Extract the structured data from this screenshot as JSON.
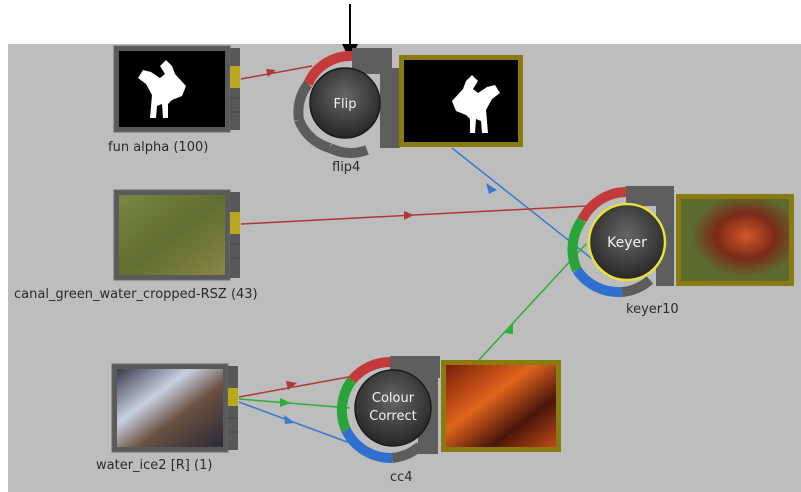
{
  "nodes": {
    "fun_alpha": {
      "label": "fun alpha (100)",
      "kind": "clip"
    },
    "canal": {
      "label": "canal_green_water_cropped-RSZ (43)",
      "kind": "clip"
    },
    "water_ice": {
      "label": "water_ice2 [R] (1)",
      "kind": "clip"
    },
    "flip": {
      "label": "flip4",
      "button": "Flip"
    },
    "keyer": {
      "label": "keyer10",
      "button": "Keyer"
    },
    "cc": {
      "label": "cc4",
      "button_line1": "Colour",
      "button_line2": "Correct"
    }
  },
  "colors": {
    "canvas": "#bdbdbd",
    "selected_outline": "#8a7a10",
    "keyer_highlight": "#e8e23a",
    "wire_red": "#b03838",
    "wire_green": "#2fae3a",
    "wire_blue": "#3b79cf",
    "arc_red": "#c43a3a",
    "arc_green": "#2aa33a",
    "arc_blue": "#2f6fcf",
    "arc_gray": "#5c5c5c"
  }
}
